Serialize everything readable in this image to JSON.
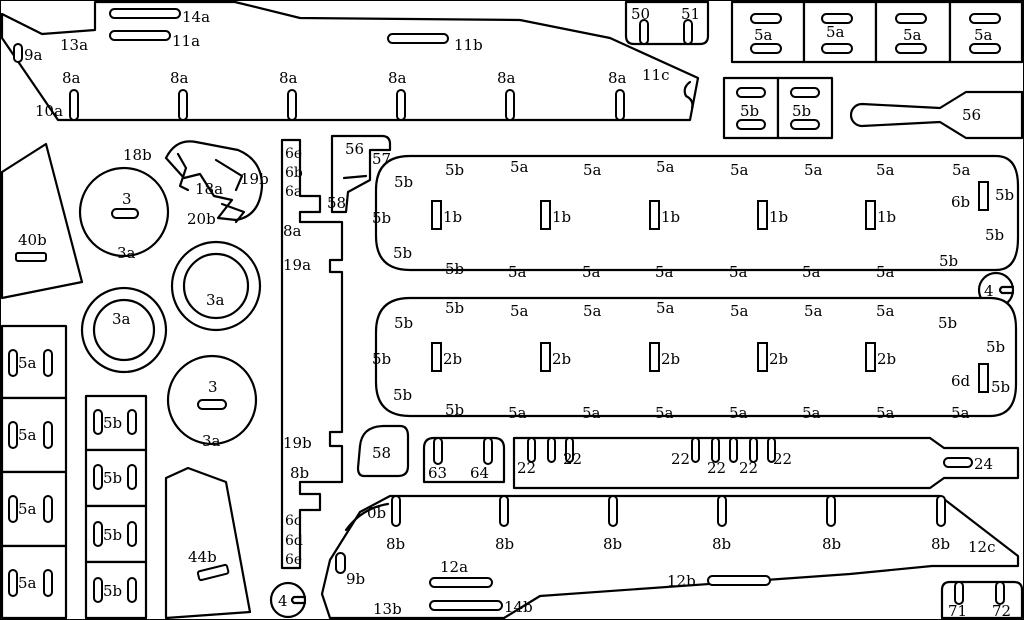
{
  "labels": {
    "p14a": "14a",
    "p11a": "11a",
    "p13a": "13a",
    "p9a": "9a",
    "p10a": "10a",
    "p11b": "11b",
    "p11c": "11c",
    "p8a": "8a",
    "p50": "50",
    "p51": "51",
    "p5a": "5a",
    "p5b": "5b",
    "p56": "56",
    "p57": "57",
    "p58": "58",
    "p18b": "18b",
    "p18a": "18a",
    "p19b": "19b",
    "p20b": "20b",
    "p3": "3",
    "p3a": "3a",
    "p40b": "40b",
    "p6e": "6e",
    "p6b": "6b",
    "p6a": "6a",
    "p19a": "19a",
    "p1b": "1b",
    "p2b": "2b",
    "p6b2": "6b",
    "p6d": "6d",
    "p4": "4",
    "p63": "63",
    "p64": "64",
    "p22": "22",
    "p24": "24",
    "p8b": "8b",
    "p6c": "6c",
    "p44b": "44b",
    "p0b": "0b",
    "p9b": "9b",
    "p13b": "13b",
    "p12a": "12a",
    "p14b": "14b",
    "p12b": "12b",
    "p12c": "12c",
    "p71": "71",
    "p72": "72"
  }
}
